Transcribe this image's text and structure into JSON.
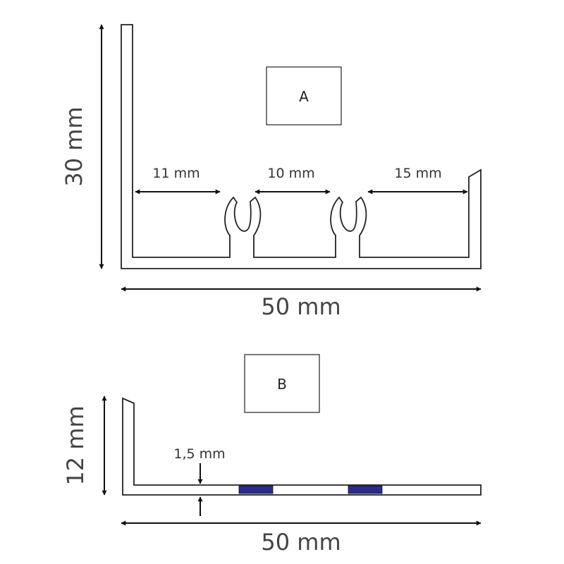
{
  "profile_a": {
    "label": "A",
    "height_label": "30 mm",
    "width_label": "50 mm",
    "gap_labels": [
      "11 mm",
      "10 mm",
      "15 mm"
    ]
  },
  "profile_b": {
    "label": "B",
    "height_label": "12 mm",
    "width_label": "50 mm",
    "thickness_label": "1,5 mm"
  },
  "colors": {
    "line": "#222222",
    "strip": "#2b2b8f",
    "dimension_text": "#444444"
  }
}
